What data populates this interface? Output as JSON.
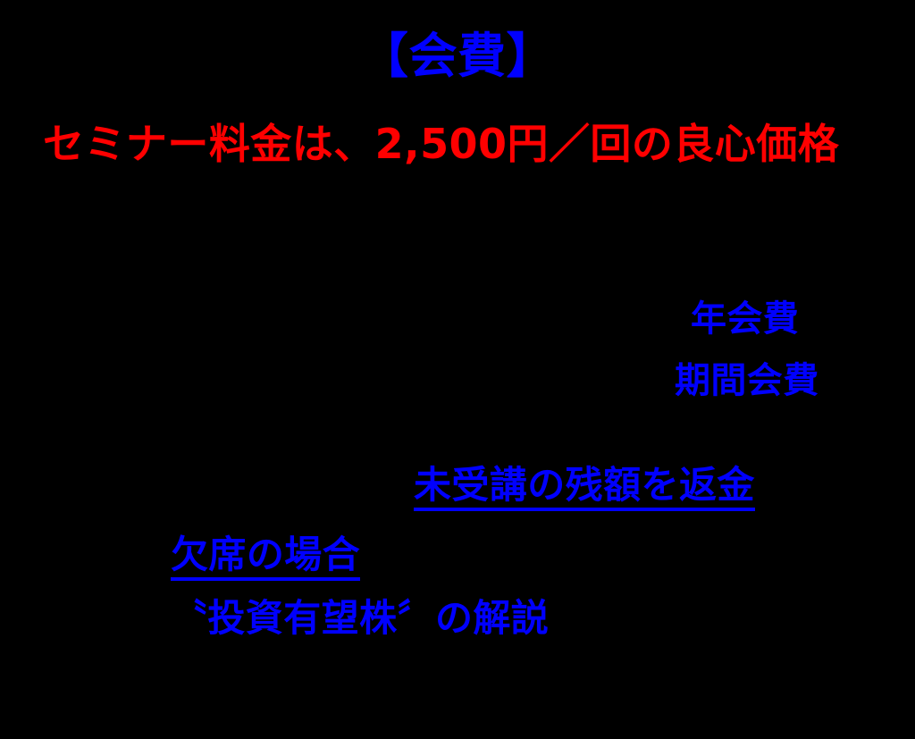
{
  "slide": {
    "background_color": "#000000",
    "heading": "【会費】",
    "heading_color": "#0000ff",
    "price_line": "セミナー料金は、2,500円／回の良心価格",
    "price_color": "#ff0000",
    "items": [
      {
        "text": "年会費",
        "color": "#0000ff"
      },
      {
        "text": "期間会費",
        "color": "#0000ff"
      },
      {
        "text": "未受講の残額を返金",
        "color": "#0000ff"
      },
      {
        "text": "欠席の場合",
        "color": "#0000ff"
      },
      {
        "text": "〝投資有望株〞の解説",
        "color": "#0000ff"
      }
    ]
  }
}
